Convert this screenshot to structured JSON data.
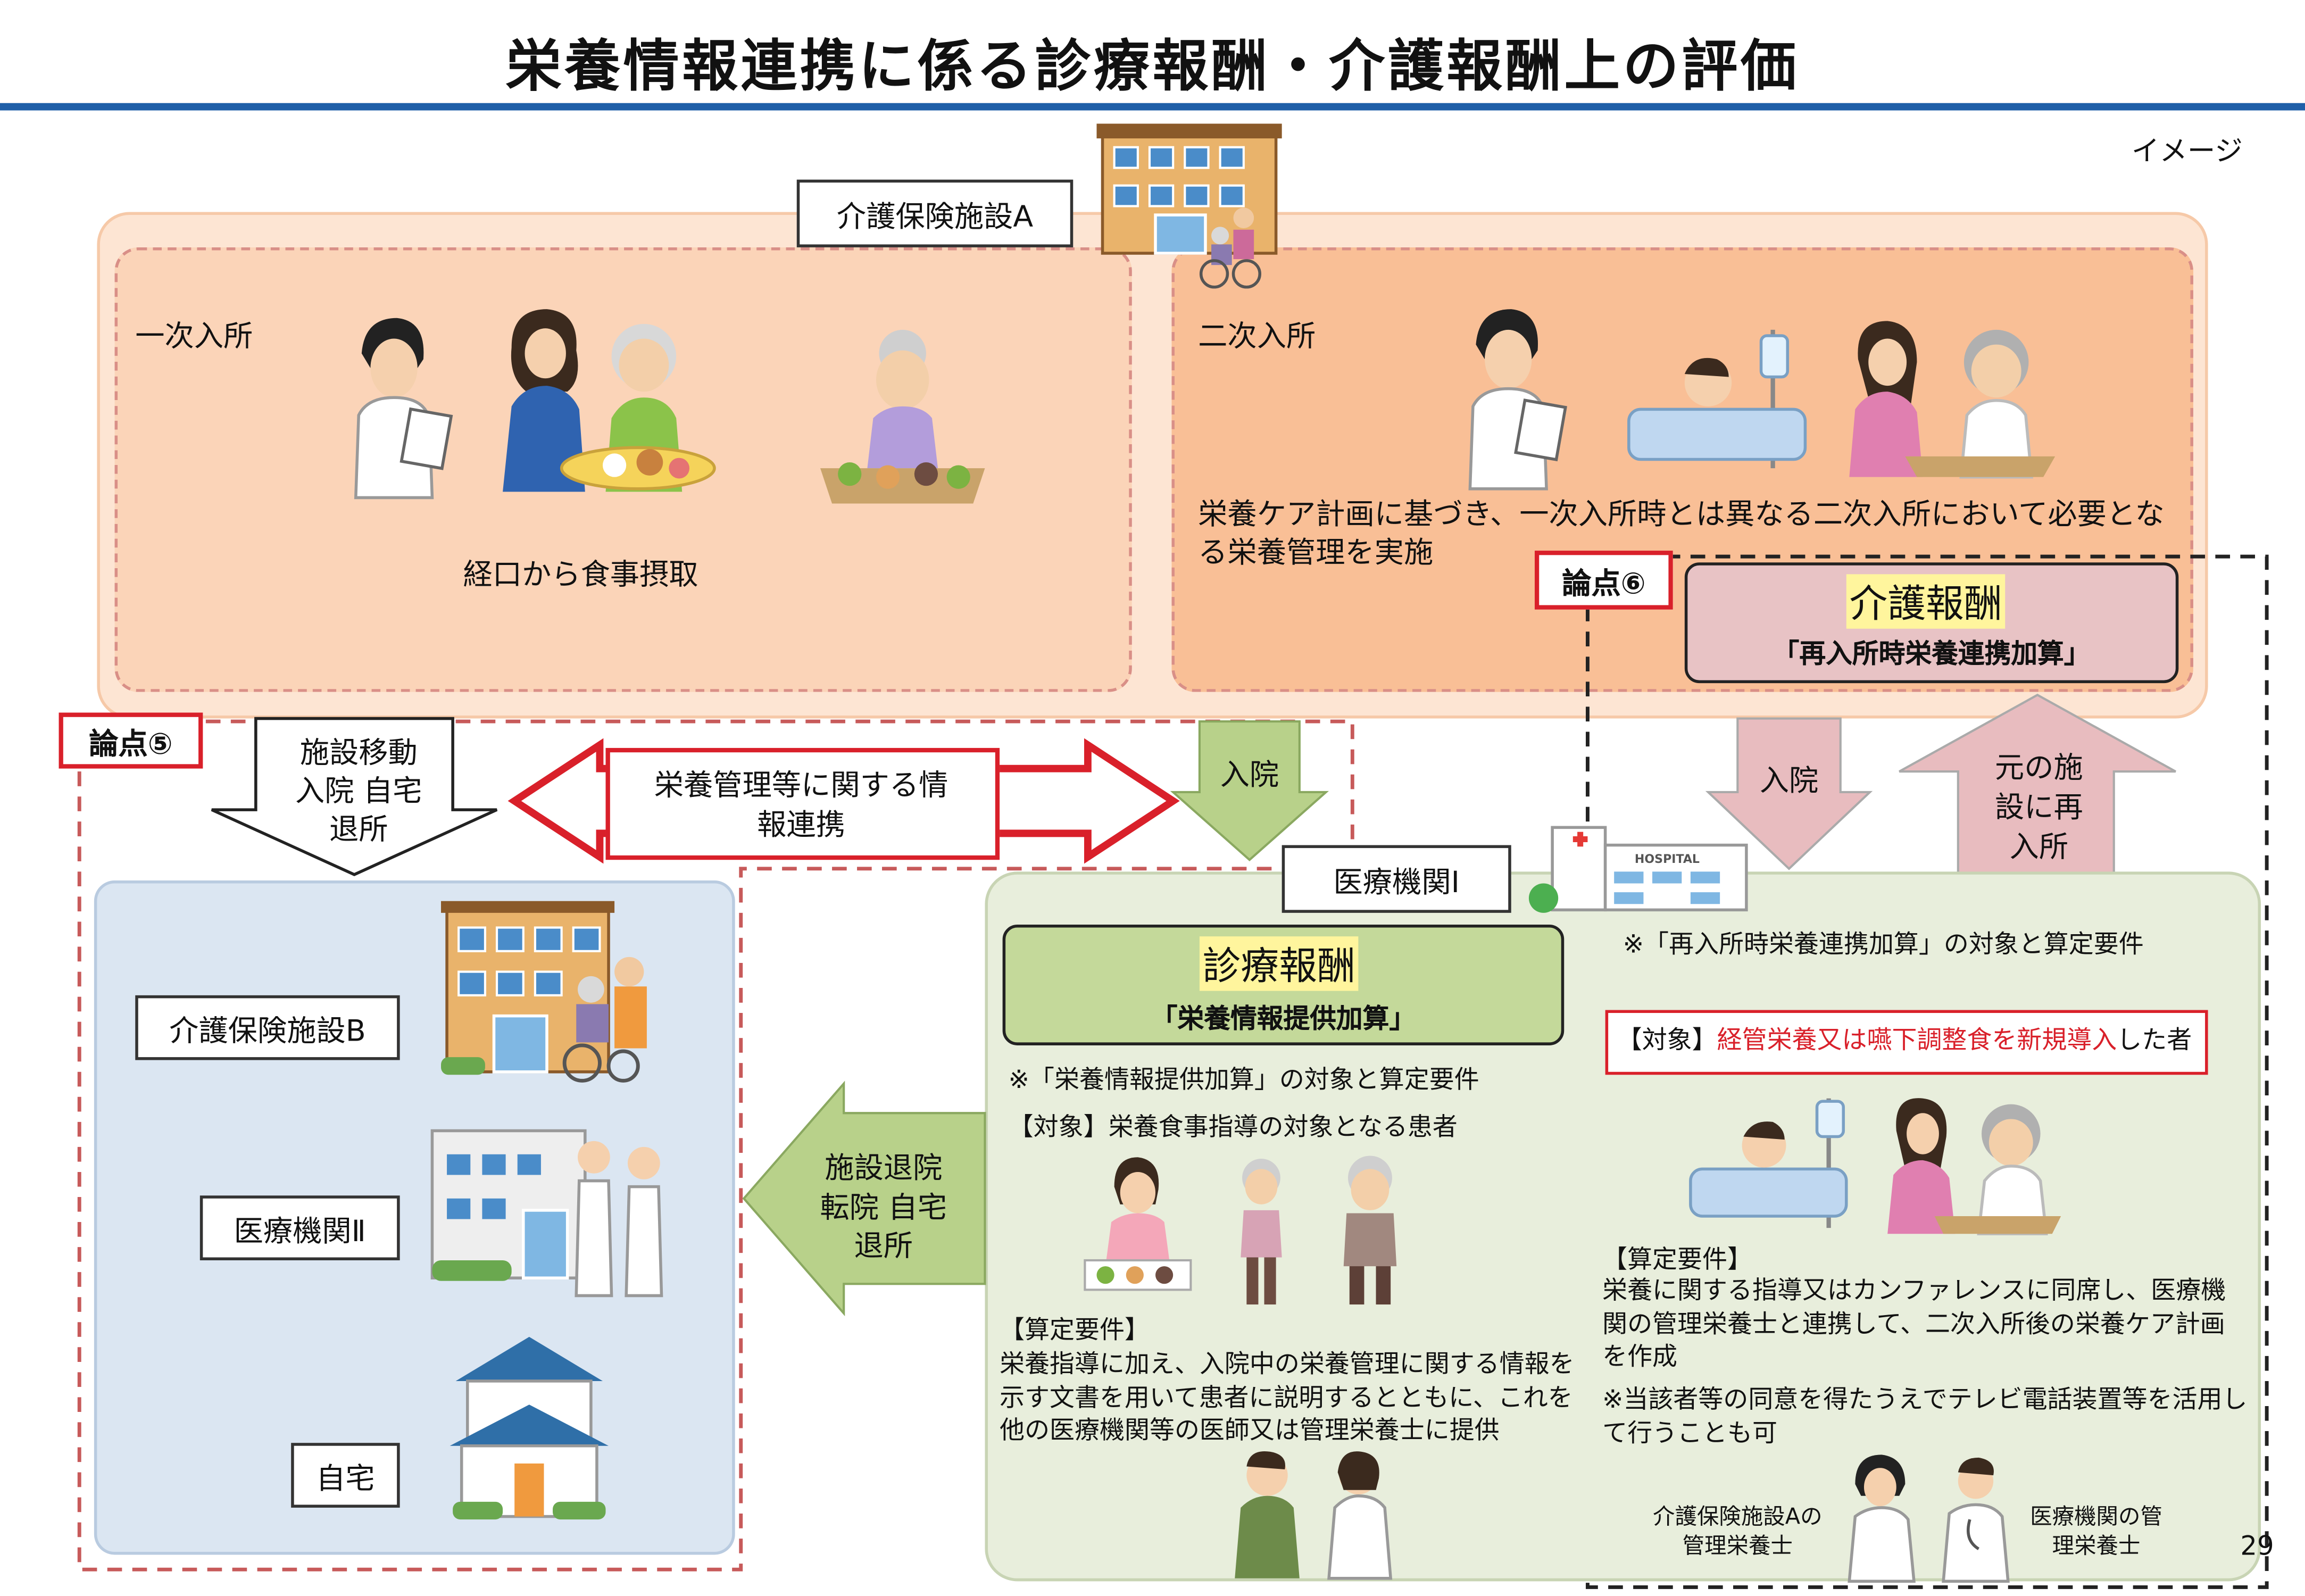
{
  "title": "栄養情報連携に係る診療報酬・介護報酬上の評価",
  "image_note": "イメージ",
  "page_number": "29",
  "colors": {
    "title_rule": "#1f5fa8",
    "facility_a_bg": "#fde5d3",
    "facility_a_inner": "#fbd4b8",
    "secondary_inner": "#f9bf96",
    "destination_bg": "#dbe6f2",
    "hospital_bg": "#e8eedc",
    "kaigo_box": "#e8c3c5",
    "shinryo_box": "#c4d99a",
    "red": "#d9202a",
    "green_arrow": "#b8d18a",
    "pink_arrow": "#e8bcbf"
  },
  "facility_a": {
    "label": "介護保険施設A",
    "primary": {
      "label": "一次入所",
      "caption": "経口から食事摂取"
    },
    "secondary": {
      "label": "二次入所",
      "caption": "栄養ケア計画に基づき、一次入所時とは異なる二次入所において必要となる栄養管理を実施"
    }
  },
  "issue6": {
    "label": "論点⑥",
    "box_title": "介護報酬",
    "box_sub": "「再入所時栄養連携加算」",
    "arrow_admit": "入院",
    "arrow_return": "元の施設に再入所",
    "note": "※「再入所時栄養連携加算」の対象と算定要件",
    "target_prefix": "【対象】",
    "target_red": "経管栄養又は嚥下調整食を新規導入",
    "target_suffix": "した者",
    "req_head": "【算定要件】",
    "req_body": "栄養に関する指導又はカンファレンスに同席し、医療機関の管理栄養士と連携して、二次入所後の栄養ケア計画を作成",
    "req_note": "※当該者等の同意を得たうえでテレビ電話装置等を活用して行うことも可",
    "staff_left": "介護保険施設Aの管理栄養士",
    "staff_right": "医療機関の管理栄養士"
  },
  "issue5": {
    "label": "論点⑤",
    "arrow_move": "施設移動 入院 自宅退所",
    "link_label": "栄養管理等に関する情報連携",
    "arrow_admit": "入院",
    "arrow_discharge": "施設退院 転院 自宅退所"
  },
  "destinations": {
    "facility_b": "介護保険施設B",
    "medical_2": "医療機関Ⅱ",
    "home": "自宅"
  },
  "hospital_1": {
    "label": "医療機関Ⅰ",
    "sign": "HOSPITAL",
    "box_title": "診療報酬",
    "box_sub": "「栄養情報提供加算」",
    "note": "※「栄養情報提供加算」の対象と算定要件",
    "target": "【対象】栄養食事指導の対象となる患者",
    "req_head": "【算定要件】",
    "req_body": "栄養指導に加え、入院中の栄養管理に関する情報を示す文書を用いて患者に説明するとともに、これを他の医療機関等の医師又は管理栄養士に提供"
  }
}
